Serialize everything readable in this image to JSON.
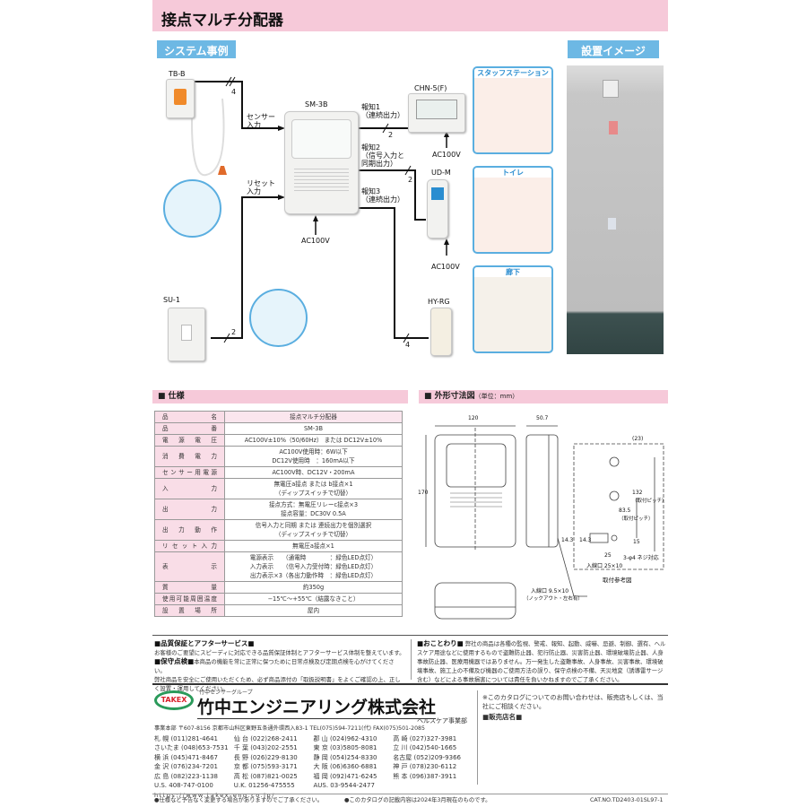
{
  "header": {
    "title": "接点マルチ分配器"
  },
  "system": {
    "tab": "システム事例",
    "install_tab": "設置イメージ",
    "devices": {
      "tb": "TB-B",
      "sm": "SM-3B",
      "chn": "CHN-5(F)",
      "udm": "UD-M",
      "su": "SU-1",
      "hy": "HY-RG"
    },
    "labels": {
      "sensor_in": "センサー\n入力",
      "reset_in": "リセット\n入力",
      "out1": "報知1\n（連続出力）",
      "out2": "報知2\n（信号入力と\n同期出力）",
      "out3": "報知3\n（連続出力）",
      "ac1": "AC100V",
      "ac2": "AC100V",
      "ac3": "AC100V"
    },
    "wires": {
      "tb": "4",
      "chn": "2",
      "udm": "2",
      "su": "2",
      "hy": "4"
    },
    "panels": [
      "スタッフステーション",
      "トイレ",
      "廊下"
    ]
  },
  "spec": {
    "title": "■ 仕様",
    "rows": [
      {
        "k": "品名",
        "v": "接点マルチ分配器"
      },
      {
        "k": "品番",
        "v": "SM-3B"
      },
      {
        "k": "電源電圧",
        "v": "AC100V±10%（50/60Hz） または DC12V±10%"
      },
      {
        "k": "消費電力",
        "v": "AC100V使用時：6W以下\nDC12V使用時　：160mA以下"
      },
      {
        "k": "センサー用電源",
        "v": "AC100V時、DC12V・200mA"
      },
      {
        "k": "入力",
        "v": "無電圧a接点 または b接点×1\n（ディップスイッチで切替）"
      },
      {
        "k": "出力",
        "v": "接点方式：無電圧リレーc接点×3\n接点容量：DC30V 0.5A"
      },
      {
        "k": "出力動作",
        "v": "信号入力と同期 または 連続出力を個別選択\n（ディップスイッチで切替）"
      },
      {
        "k": "リセット入力",
        "v": "無電圧a接点×1"
      },
      {
        "k": "表示",
        "v": "電源表示　　（通電時　　　　：緑色LED点灯）\n入力表示　　（信号入力受付時：緑色LED点灯）\n出力表示×3（各出力動作時　：緑色LED点灯）"
      },
      {
        "k": "質量",
        "v": "約350g"
      },
      {
        "k": "使用可能周囲温度",
        "v": "−15℃〜+55℃（結露なきこと）"
      },
      {
        "k": "設置場所",
        "v": "屋内"
      }
    ]
  },
  "dims": {
    "title": "■ 外形寸法図",
    "unit": "（単位：mm）",
    "w": "120",
    "d": "50.7",
    "h": "170",
    "h1": "14.3",
    "h2": "14.3",
    "p1": "83.5",
    "p1l": "（取付ピッチ）",
    "p2": "132",
    "p2l": "（取付ピッチ）",
    "t": "(23)",
    "b": "15",
    "e": "25",
    "hole": "入線口 25×10",
    "screw": "3-φ4 ネジ対応",
    "ko": "入線口 9.5×10",
    "kol": "（ノックアウト・左右有）",
    "ref": "取付参考図"
  },
  "notes": {
    "qa_title": "■品質保証とアフターサービス■",
    "qa": "お客様のご要望にスピーディに対応できる品質保証体制とアフターサービス体制を整えています。",
    "maint_title": "■保守点検■",
    "maint": "本商品の機能を常に正常に保つために日常点検及び定期点検を心がけてください。",
    "safety": "弊社商品を安全にご使用いただくため、必ず商品添付の「取扱説明書」をよくご確認の上、正しく設置・運用してください。",
    "disc_title": "■おことわり■",
    "disc": "弊社の商品は各種の監視、警戒、報知、起動、威嚇、忌避、制御、選有、ヘルスケア用途などに使用するもので盗難防止器、犯行防止器、災害防止器、環境破壊防止器、人身事故防止器、医療用機器ではありません。万一発生した盗難事故、人身事故、災害事故、環境破壊事故、施工上の不備及び機器のご使用方法の誤り、保守点検の不備、天災地変（誘導雷サージ含む）などによる事故損害については責任を負いかねますのでご了承ください。"
  },
  "company": {
    "logo": "TAKEX",
    "group": "竹中センサーグループ",
    "name": "竹中エンジニアリング株式会社",
    "division": "ヘルスケア事業部",
    "hq": "事業本部 〒607-8156 京都市山科区東野五条通外環西入83-1 TEL(075)594-7211(代) FAX(075)501-2085",
    "offices": [
      [
        "札 幌 (011)281-4641",
        "仙 台 (022)268-2411",
        "郡 山 (024)962-4310",
        "高 崎 (027)327-3981"
      ],
      [
        "さいたま (048)653-7531",
        "千 葉 (043)202-2551",
        "東 京 (03)5805-8081",
        "立 川 (042)540-1665"
      ],
      [
        "横 浜 (045)471-8467",
        "長 野 (026)229-8130",
        "静 岡 (054)254-8330",
        "名古屋 (052)209-9366"
      ],
      [
        "金 沢 (076)234-7201",
        "京 都 (075)593-3171",
        "大 阪 (06)6360-6881",
        "神 戸 (078)230-6112"
      ],
      [
        "広 島 (082)223-1138",
        "高 松 (087)821-0025",
        "福 岡 (092)471-6245",
        "熊 本 (096)387-3911"
      ],
      [
        "U.S. 408-747-0100",
        "U.K. 01256-475555",
        "AUS. 03-9544-2477",
        ""
      ]
    ],
    "url": "https://www.takex-eng.co.jp/"
  },
  "contact": {
    "note": "※このカタログについてのお問い合わせは、販売店もしくは、当社にご相談ください。",
    "dealer": "■販売店名■"
  },
  "footer": {
    "left": "●仕様など予告なく変更する場合がありますのでご了承ください。",
    "mid": "●このカタログの記載内容は2024年3月現在のものです。",
    "cat": "CAT.NO.TD2403-01SL97-1"
  },
  "colors": {
    "pink": "#f6c9d9",
    "blue": "#6db8e4",
    "logo_green": "#2a9a5a",
    "logo_red": "#d8202a"
  }
}
